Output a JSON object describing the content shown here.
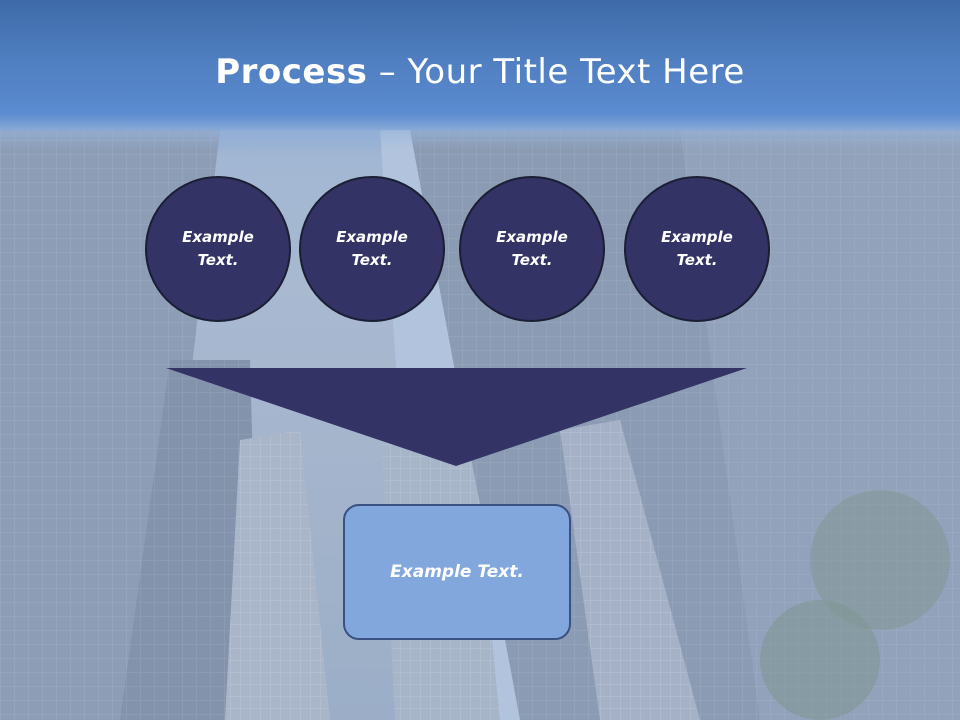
{
  "slide": {
    "title_bold": "Process",
    "title_rest": " – Your Title Text Here",
    "circles": [
      {
        "text": "Example Text."
      },
      {
        "text": "Example Text."
      },
      {
        "text": "Example Text."
      },
      {
        "text": "Example Text."
      }
    ],
    "result_text": "Example Text."
  },
  "colors": {
    "circle_fill": "#333366",
    "funnel_fill": "#333366",
    "box_fill": "#82a7dc",
    "title_band": "#4f7fc0"
  }
}
